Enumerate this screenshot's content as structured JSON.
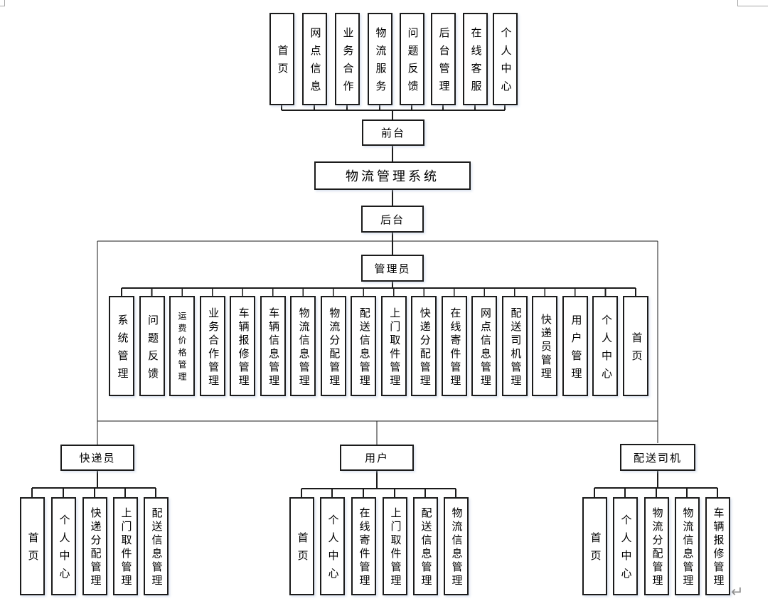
{
  "diagram": {
    "root": {
      "label": "物流管理系统"
    },
    "front": {
      "label": "前台",
      "children": [
        "首页",
        "网点信息",
        "业务合作",
        "物流服务",
        "问题反馈",
        "后台管理",
        "在线客服",
        "个人中心"
      ]
    },
    "back": {
      "label": "后台"
    },
    "admin": {
      "label": "管理员",
      "children": [
        "系统管理",
        "问题反馈",
        "运费价格管理",
        "业务合作管理",
        "车辆报修管理",
        "车辆信息管理",
        "物流信息管理",
        "物流分配管理",
        "配送信息管理",
        "上门取件管理",
        "快递分配管理",
        "在线寄件管理",
        "网点信息管理",
        "配送司机管理",
        "快递员管理",
        "用户管理",
        "个人中心",
        "首页"
      ]
    },
    "courier": {
      "label": "快递员",
      "children": [
        "首页",
        "个人中心",
        "快递分配管理",
        "上门取件管理",
        "配送信息管理"
      ]
    },
    "user": {
      "label": "用户",
      "children": [
        "首页",
        "个人中心",
        "在线寄件管理",
        "上门取件管理",
        "配送信息管理",
        "物流信息管理"
      ]
    },
    "driver": {
      "label": "配送司机",
      "children": [
        "首页",
        "个人中心",
        "物流分配管理",
        "物流信息管理",
        "车辆报修管理"
      ]
    }
  },
  "page": {
    "return_mark": "↵"
  },
  "colors": {
    "line": "#1b1b1b",
    "box_border": "#1b1b1b",
    "box_fill": "#ffffff",
    "boundary_mark_gray": "#a6a6a6",
    "return_mark_gray": "#8f8f8f"
  }
}
